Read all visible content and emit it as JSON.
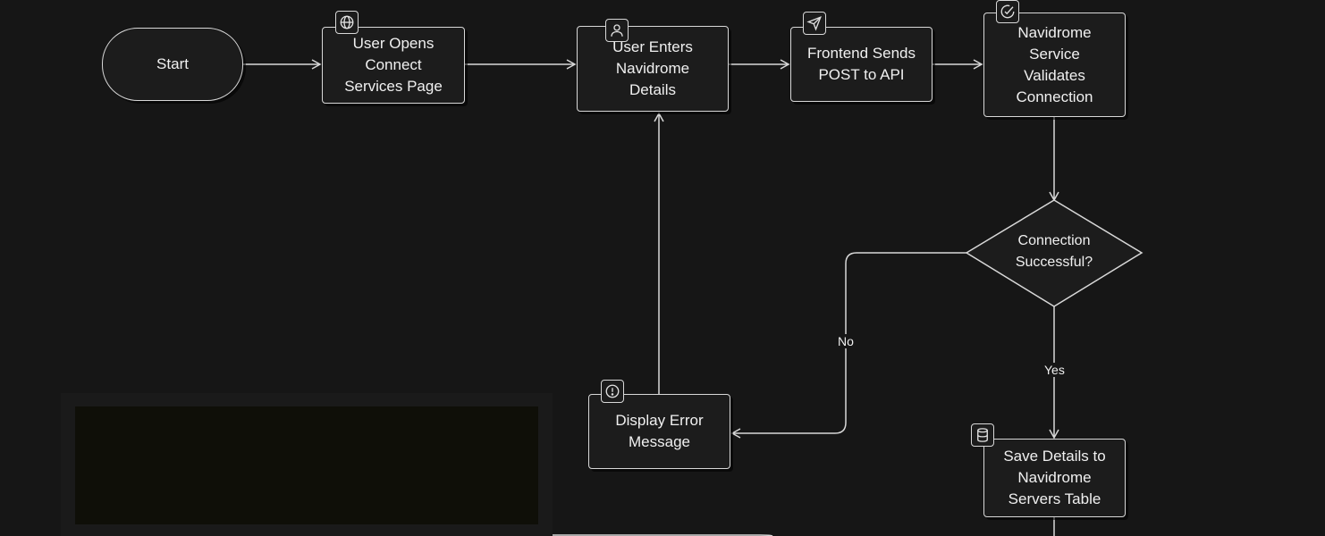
{
  "diagram": {
    "nodes": {
      "start": {
        "label": "Start"
      },
      "open_page": {
        "label": "User Opens Connect Services Page",
        "icon": "globe-icon"
      },
      "enter_details": {
        "label": "User Enters Navidrome Details",
        "icon": "user-icon"
      },
      "frontend_post": {
        "label": "Frontend Sends POST to API",
        "icon": "send-icon"
      },
      "validate": {
        "label": "Navidrome Service Validates Connection",
        "icon": "check-circle-icon"
      },
      "decision": {
        "label": "Connection Successful?"
      },
      "display_error": {
        "label": "Display Error Message",
        "icon": "alert-circle-icon"
      },
      "save_details": {
        "label": "Save Details to Navidrome Servers Table",
        "icon": "database-icon"
      }
    },
    "edges": {
      "no_label": "No",
      "yes_label": "Yes"
    }
  },
  "colors": {
    "background": "#161616",
    "stroke": "#d8d8d8",
    "text": "#f0f0f0"
  }
}
